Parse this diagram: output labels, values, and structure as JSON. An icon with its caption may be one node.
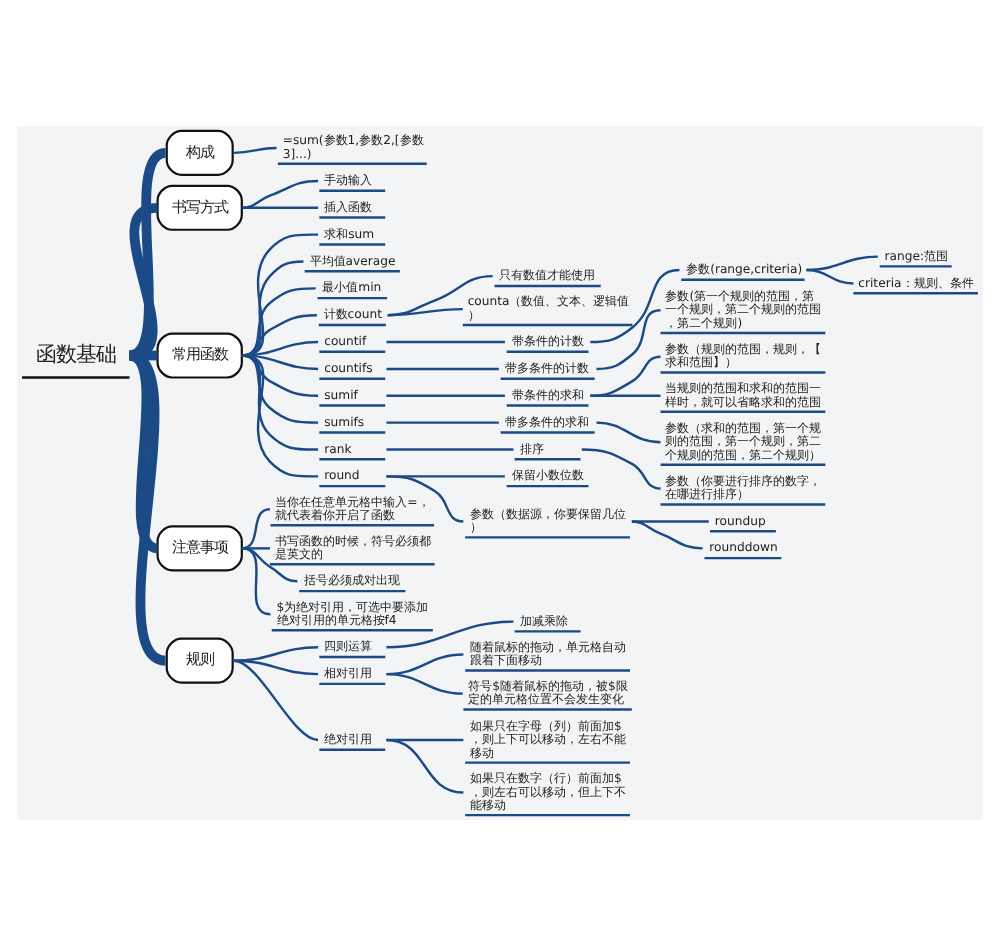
{
  "diagram": {
    "nodes": [
      {
        "text": [
          "函数基础"
        ]
      },
      {
        "text": [
          "构成"
        ]
      },
      {
        "text": [
          "=sum(参数1,参数2,[参数3]...)"
        ]
      },
      {
        "text": [
          "书写方式"
        ]
      },
      {
        "text": [
          "手动输入"
        ]
      },
      {
        "text": [
          "插入函数"
        ]
      },
      {
        "text": [
          "常用函数"
        ]
      },
      {
        "text": [
          "求和sum"
        ]
      },
      {
        "text": [
          "平均值average"
        ]
      },
      {
        "text": [
          "最小值min"
        ]
      },
      {
        "text": [
          "计数count"
        ]
      },
      {
        "text": [
          "只有数值才能使用"
        ]
      },
      {
        "text": [
          "counta（数值、文本、逻辑值）"
        ]
      },
      {
        "text": [
          "countif"
        ]
      },
      {
        "text": [
          "带条件的计数"
        ]
      },
      {
        "text": [
          "参数(range,criteria)"
        ]
      },
      {
        "text": [
          "range:范围"
        ]
      },
      {
        "text": [
          "criteria：规则、条件"
        ]
      },
      {
        "text": [
          "countifs"
        ]
      },
      {
        "text": [
          "带多条件的计数"
        ]
      },
      {
        "text": [
          "参数(第一个规则的范围，第一个规则，第二个规则的范围，第二个规则)"
        ]
      },
      {
        "text": [
          "sumif"
        ]
      },
      {
        "text": [
          "带条件的求和"
        ]
      },
      {
        "text": [
          "参数（规则的范围，规则，【求和范围】）"
        ]
      },
      {
        "text": [
          "当规则的范围和求和的范围一样时，就可以省略求和的范围"
        ]
      },
      {
        "text": [
          "sumifs"
        ]
      },
      {
        "text": [
          "带多条件的求和"
        ]
      },
      {
        "text": [
          "参数（求和的范围，第一个规则的范围，第一个规则，第二个规则的范围，第二个规则）"
        ]
      },
      {
        "text": [
          "rank"
        ]
      },
      {
        "text": [
          "排序"
        ]
      },
      {
        "text": [
          "参数（你要进行排序的数字，在哪进行排序）"
        ]
      },
      {
        "text": [
          "round"
        ]
      },
      {
        "text": [
          "保留小数位数"
        ]
      },
      {
        "text": [
          "参数（数据源，你要保留几位）"
        ]
      },
      {
        "text": [
          "roundup"
        ]
      },
      {
        "text": [
          "rounddown"
        ]
      },
      {
        "text": [
          "注意事项"
        ]
      },
      {
        "text": [
          "当你在任意单元格中输入=，就代表着你开启了函数"
        ]
      },
      {
        "text": [
          "书写函数的时候，符号必须都是英文的"
        ]
      },
      {
        "text": [
          "括号必须成对出现"
        ]
      },
      {
        "text": [
          "$为绝对引用，可选中要添加绝对引用的单元格按f4"
        ]
      },
      {
        "text": [
          "规则"
        ]
      },
      {
        "text": [
          "四则运算"
        ]
      },
      {
        "text": [
          "加减乘除"
        ]
      },
      {
        "text": [
          "相对引用"
        ]
      },
      {
        "text": [
          "随着鼠标的拖动，单元格自动跟着下面移动"
        ]
      },
      {
        "text": [
          "符号$随着鼠标的拖动，被$限定的单元格位置不会发生变化"
        ]
      },
      {
        "text": [
          "绝对引用"
        ]
      },
      {
        "text": [
          "如果只在字母（列）前面加$，则上下可以移动，左右不能移动"
        ]
      },
      {
        "text": [
          "如果只在数字（行）前面加$，则左右可以移动，但上下不能移动"
        ]
      }
    ],
    "edges": [
      {
        "from": 0,
        "to": 1,
        "arrow": "none",
        "style": "thick"
      },
      {
        "from": 1,
        "to": 2,
        "arrow": "none"
      },
      {
        "from": 0,
        "to": 3,
        "arrow": "none",
        "style": "thick"
      },
      {
        "from": 3,
        "to": 4,
        "arrow": "none"
      },
      {
        "from": 3,
        "to": 5,
        "arrow": "none"
      },
      {
        "from": 0,
        "to": 6,
        "arrow": "none",
        "style": "thick"
      },
      {
        "from": 6,
        "to": 7,
        "arrow": "none"
      },
      {
        "from": 6,
        "to": 8,
        "arrow": "none"
      },
      {
        "from": 6,
        "to": 9,
        "arrow": "none"
      },
      {
        "from": 6,
        "to": 10,
        "arrow": "none"
      },
      {
        "from": 10,
        "to": 11,
        "arrow": "none"
      },
      {
        "from": 10,
        "to": 12,
        "arrow": "none"
      },
      {
        "from": 6,
        "to": 13,
        "arrow": "none"
      },
      {
        "from": 13,
        "to": 14,
        "arrow": "none"
      },
      {
        "from": 14,
        "to": 15,
        "arrow": "none"
      },
      {
        "from": 15,
        "to": 16,
        "arrow": "none"
      },
      {
        "from": 15,
        "to": 17,
        "arrow": "none"
      },
      {
        "from": 6,
        "to": 18,
        "arrow": "none"
      },
      {
        "from": 18,
        "to": 19,
        "arrow": "none"
      },
      {
        "from": 19,
        "to": 20,
        "arrow": "none"
      },
      {
        "from": 6,
        "to": 21,
        "arrow": "none"
      },
      {
        "from": 21,
        "to": 22,
        "arrow": "none"
      },
      {
        "from": 22,
        "to": 23,
        "arrow": "none"
      },
      {
        "from": 22,
        "to": 24,
        "arrow": "none"
      },
      {
        "from": 6,
        "to": 25,
        "arrow": "none"
      },
      {
        "from": 25,
        "to": 26,
        "arrow": "none"
      },
      {
        "from": 26,
        "to": 27,
        "arrow": "none"
      },
      {
        "from": 6,
        "to": 28,
        "arrow": "none"
      },
      {
        "from": 28,
        "to": 29,
        "arrow": "none"
      },
      {
        "from": 29,
        "to": 30,
        "arrow": "none"
      },
      {
        "from": 6,
        "to": 31,
        "arrow": "none"
      },
      {
        "from": 31,
        "to": 32,
        "arrow": "none"
      },
      {
        "from": 31,
        "to": 33,
        "arrow": "none"
      },
      {
        "from": 33,
        "to": 34,
        "arrow": "none"
      },
      {
        "from": 33,
        "to": 35,
        "arrow": "none"
      },
      {
        "from": 0,
        "to": 36,
        "arrow": "none",
        "style": "thick"
      },
      {
        "from": 36,
        "to": 37,
        "arrow": "none"
      },
      {
        "from": 36,
        "to": 38,
        "arrow": "none"
      },
      {
        "from": 36,
        "to": 39,
        "arrow": "none"
      },
      {
        "from": 36,
        "to": 40,
        "arrow": "none"
      },
      {
        "from": 0,
        "to": 41,
        "arrow": "none",
        "style": "thick"
      },
      {
        "from": 41,
        "to": 42,
        "arrow": "none"
      },
      {
        "from": 42,
        "to": 43,
        "arrow": "none"
      },
      {
        "from": 41,
        "to": 44,
        "arrow": "none"
      },
      {
        "from": 44,
        "to": 45,
        "arrow": "none"
      },
      {
        "from": 44,
        "to": 46,
        "arrow": "none"
      },
      {
        "from": 41,
        "to": 47,
        "arrow": "none"
      },
      {
        "from": 47,
        "to": 48,
        "arrow": "none"
      },
      {
        "from": 47,
        "to": 49,
        "arrow": "none"
      }
    ]
  }
}
